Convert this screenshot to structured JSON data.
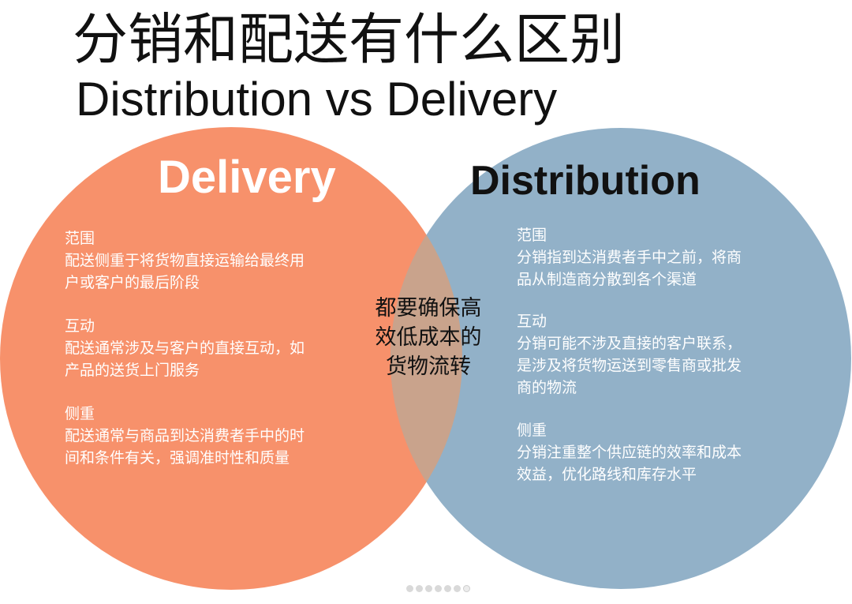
{
  "title": {
    "zh": "分销和配送有什么区别",
    "en": "Distribution vs Delivery"
  },
  "colors": {
    "delivery_fill": "#f7916b",
    "distribution_fill": "#92b1c8",
    "overlap_fill": "#c9a38c",
    "delivery_heading_text": "#ffffff",
    "distribution_heading_text": "#111111",
    "body_text_left": "#ffffff",
    "body_text_right": "#ffffff",
    "overlap_text": "#111111"
  },
  "delivery": {
    "heading": "Delivery",
    "sections": [
      {
        "head": "范围",
        "lines": [
          "配送侧重于将货物直接运输给最终用",
          "户或客户的最后阶段"
        ]
      },
      {
        "head": "互动",
        "lines": [
          "配送通常涉及与客户的直接互动，如",
          "产品的送货上门服务"
        ]
      },
      {
        "head": "侧重",
        "lines": [
          "配送通常与商品到达消费者手中的时",
          "间和条件有关，强调准时性和质量"
        ]
      }
    ]
  },
  "distribution": {
    "heading": "Distribution",
    "sections": [
      {
        "head": "范围",
        "lines": [
          "分销指到达消费者手中之前，将商",
          "品从制造商分散到各个渠道"
        ]
      },
      {
        "head": "互动",
        "lines": [
          "分销可能不涉及直接的客户联系，",
          "是涉及将货物运送到零售商或批发",
          "商的物流"
        ]
      },
      {
        "head": "侧重",
        "lines": [
          "分销注重整个供应链的效率和成本",
          "效益，优化路线和库存水平"
        ]
      }
    ]
  },
  "overlap": {
    "lines": [
      "都要确保高",
      "效低成本的",
      "货物流转"
    ]
  },
  "pager": {
    "count": 7,
    "active_index": 6
  }
}
